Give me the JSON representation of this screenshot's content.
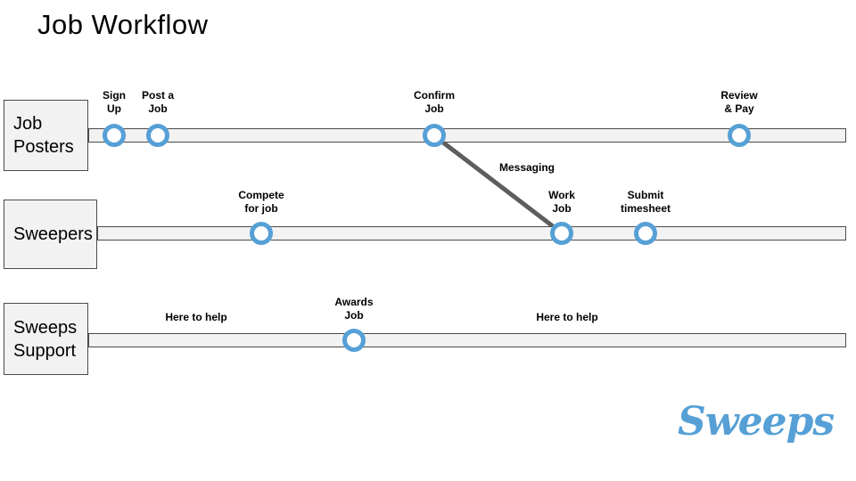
{
  "title": "Job Workflow",
  "logo": {
    "text": "Sweeps"
  },
  "connector": {
    "label": "Messaging"
  },
  "colors": {
    "node_blue": "#56a0d6",
    "bar_fill": "#f2f2f2",
    "line_border": "#4a4a4a",
    "connector_gray": "#5e5e5e",
    "logo_blue": "#56a0d6"
  },
  "lanes": [
    {
      "label": "Job\nPosters",
      "nodes": [
        {
          "label": "Sign\nUp"
        },
        {
          "label": "Post a\nJob"
        },
        {
          "label": "Confirm\nJob"
        },
        {
          "label": "Review\n& Pay"
        }
      ]
    },
    {
      "label": "Sweepers",
      "nodes": [
        {
          "label": "Compete\nfor job"
        },
        {
          "label": "Work\nJob"
        },
        {
          "label": "Submit\ntimesheet"
        }
      ]
    },
    {
      "label": "Sweeps\nSupport",
      "nodes": [
        {
          "label": "Awards\nJob"
        }
      ],
      "notes": [
        {
          "label": "Here to help"
        },
        {
          "label": "Here to help"
        }
      ]
    }
  ]
}
